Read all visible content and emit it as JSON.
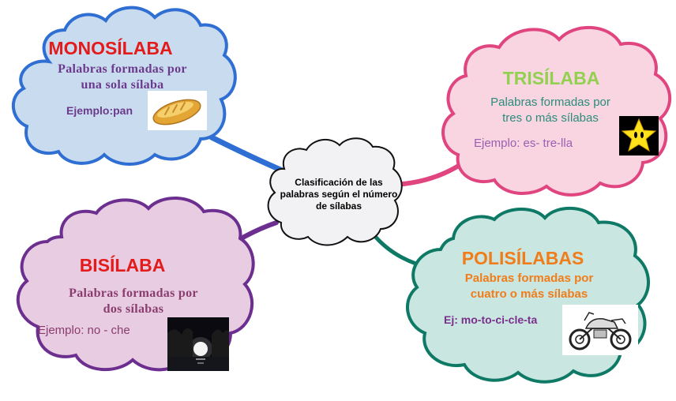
{
  "center": {
    "text": "Clasificación de las palabras según el número de sílabas"
  },
  "nodes": {
    "monosilaba": {
      "title": "MONOSÍLABA",
      "desc_line1": "Palabras formadas por",
      "desc_line2": "una sola sílaba",
      "example": "Ejemplo:pan",
      "image": "bread-image",
      "colors": {
        "fill": "#c9dcef",
        "stroke": "#2f6ed2",
        "title": "#e31b1b",
        "text": "#6b3a8c"
      }
    },
    "trisilaba": {
      "title": "TRISÍLABA",
      "desc_line1": "Palabras formadas por",
      "desc_line2": "tres o más sílabas",
      "example": "Ejemplo: es- tre-lla",
      "image": "star-image",
      "colors": {
        "fill": "#f9d5e2",
        "stroke": "#e0457f",
        "title": "#92d050",
        "text": "#2a8c7a"
      }
    },
    "bisilaba": {
      "title": "BISÍLABA",
      "desc_line1": "Palabras formadas por",
      "desc_line2": "dos sílabas",
      "example": "Ejemplo: no - che",
      "image": "night-moon-image",
      "colors": {
        "fill": "#e8cde2",
        "stroke": "#6d2f8f",
        "title": "#e31b1b",
        "text": "#8a3c6e"
      }
    },
    "polisilabas": {
      "title": "POLISÍLABAS",
      "desc_line1": "Palabras formadas por",
      "desc_line2": "cuatro o más sílabas",
      "example": "Ej: mo-to-ci-cle-ta",
      "image": "motorcycle-image",
      "colors": {
        "fill": "#c9e6e1",
        "stroke": "#0e7a66",
        "title": "#f07d1a",
        "text": "#7a2f8c"
      }
    }
  }
}
